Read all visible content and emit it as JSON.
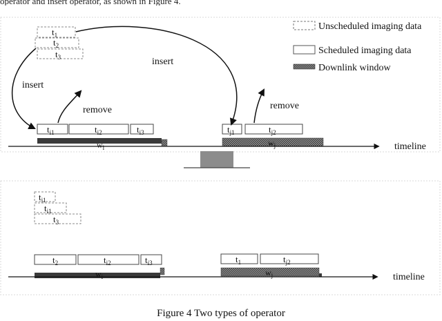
{
  "header_fragment": "operator and insert operator, as shown in Figure 4.",
  "caption": "Figure 4 Two types of operator",
  "legend": {
    "unscheduled": "Unscheduled imaging data",
    "scheduled": "Scheduled imaging data",
    "downlink": "Downlink window"
  },
  "timeline_label": "timeline",
  "panel_top": {
    "stack": [
      {
        "base": "t",
        "sub": "1"
      },
      {
        "base": "t",
        "sub": "2"
      },
      {
        "base": "t",
        "sub": "3"
      }
    ],
    "window_i": {
      "blocks": [
        {
          "base": "t",
          "sub": "i1"
        },
        {
          "base": "t",
          "sub": "i2"
        },
        {
          "base": "t",
          "sub": "i3"
        }
      ],
      "window_label": {
        "base": "w",
        "sub": "i"
      }
    },
    "window_j": {
      "blocks": [
        {
          "base": "t",
          "sub": "j1"
        },
        {
          "base": "t",
          "sub": "j2"
        }
      ],
      "window_label": {
        "base": "w",
        "sub": "j"
      }
    },
    "insert_label_left": "insert",
    "insert_label_right": "insert",
    "remove_label_left": "remove",
    "remove_label_right": "remove"
  },
  "panel_bottom": {
    "stack": [
      {
        "base": "t",
        "sub": "j1"
      },
      {
        "base": "t",
        "sub": "i1"
      },
      {
        "base": "t",
        "sub": "3"
      }
    ],
    "window_i": {
      "blocks": [
        {
          "base": "t",
          "sub": "2"
        },
        {
          "base": "t",
          "sub": "i2"
        },
        {
          "base": "t",
          "sub": "i3"
        }
      ],
      "window_label": {
        "base": "w",
        "sub": "i"
      }
    },
    "window_j": {
      "blocks": [
        {
          "base": "t",
          "sub": "1"
        },
        {
          "base": "t",
          "sub": "j2"
        }
      ],
      "window_label": {
        "base": "w",
        "sub": "j"
      }
    }
  }
}
